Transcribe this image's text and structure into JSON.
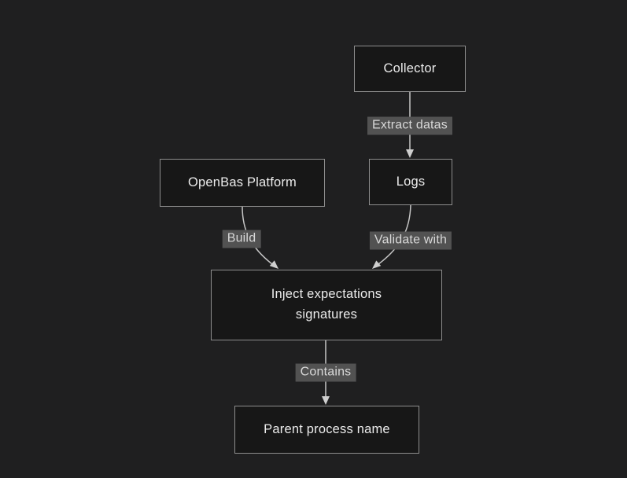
{
  "diagram": {
    "nodes": {
      "collector": {
        "label": "Collector"
      },
      "openbas": {
        "label": "OpenBas Platform"
      },
      "logs": {
        "label": "Logs"
      },
      "inject": {
        "line1": "Inject expectations",
        "line2": "signatures"
      },
      "parent": {
        "label": "Parent process name"
      }
    },
    "edges": {
      "extract": {
        "label": "Extract datas",
        "from": "Collector",
        "to": "Logs"
      },
      "build": {
        "label": "Build",
        "from": "OpenBas Platform",
        "to": "Inject expectations signatures"
      },
      "validate": {
        "label": "Validate with",
        "from": "Logs",
        "to": "Inject expectations signatures"
      },
      "contains": {
        "label": "Contains",
        "from": "Inject expectations signatures",
        "to": "Parent process name"
      }
    }
  },
  "colors": {
    "background": "#1f1f20",
    "node-fill": "#171717",
    "node-border": "#8d8d8d",
    "node-text": "#ececec",
    "edge-line": "#c6c6c6",
    "arrowhead": "#cfcfcf",
    "label-bg": "#525252",
    "label-text": "#d8d8d8"
  }
}
